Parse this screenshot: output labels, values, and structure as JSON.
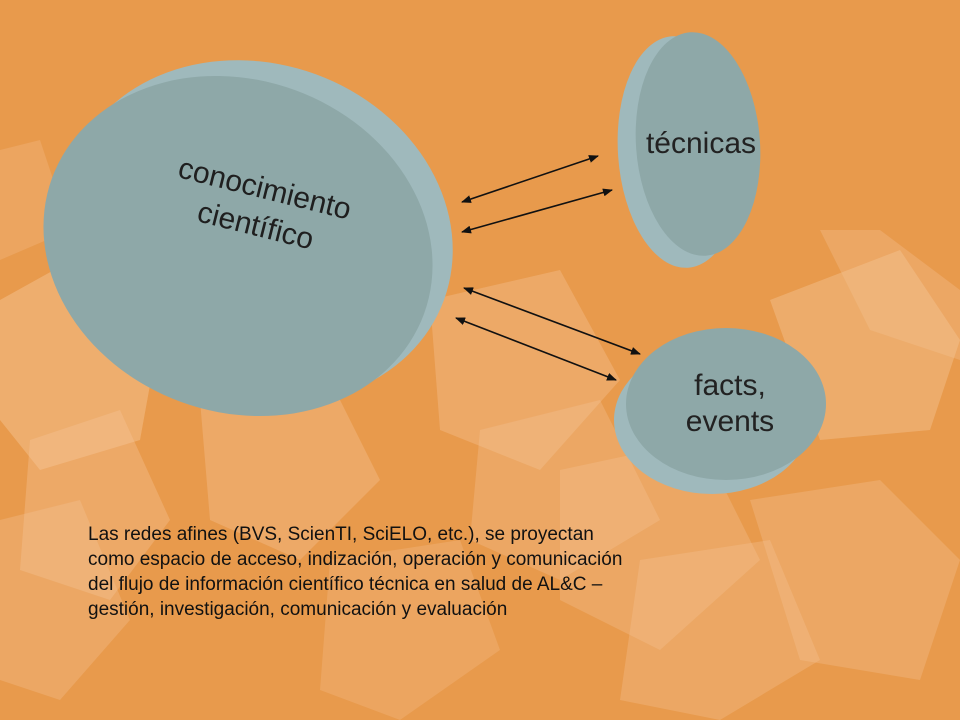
{
  "nodes": {
    "knowledge": {
      "label": "conocimiento científico"
    },
    "techniques": {
      "label": "técnicas"
    },
    "facts": {
      "line1": "facts,",
      "line2": "events"
    }
  },
  "caption": "Las redes afines (BVS, ScienTI, SciELO, etc.), se proyectan como espacio de acceso, indización, operación y comunicación del flujo de información científico técnica en salud de AL&C – gestión, investigación, comunicación y evaluación",
  "colors": {
    "background": "#E89A4C",
    "node_fill": "#8EA8A8",
    "node_shade": "#9FB9BC",
    "arrow": "#111111"
  }
}
